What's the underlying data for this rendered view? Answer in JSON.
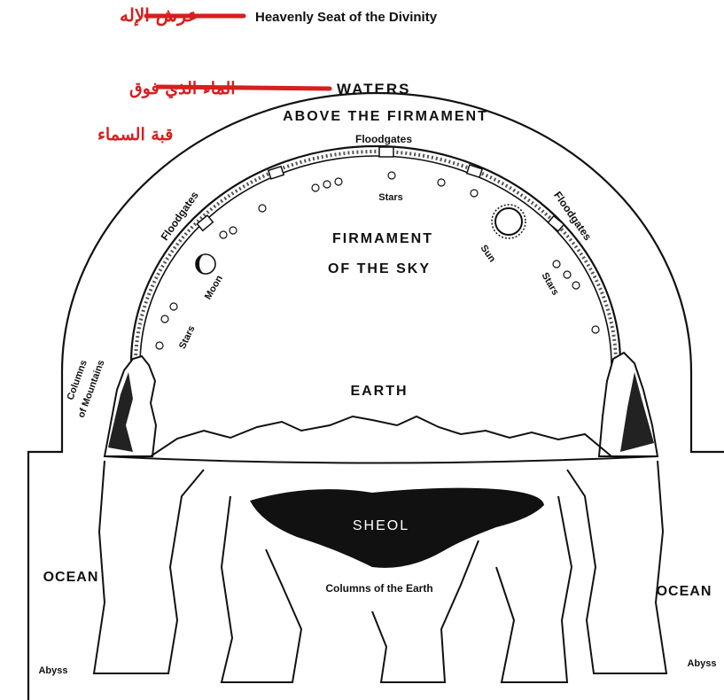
{
  "annotations": {
    "throne_ar": "عرش الإله",
    "throne_en": "Heavenly Seat of the Divinity",
    "waters_ar_line1": "الماء الذي فوق",
    "waters_ar_line2": "قبة السماء",
    "waters_en": "WATERS",
    "above_firmament": "ABOVE THE FIRMAMENT",
    "accent_color": "#d81e1e"
  },
  "diagram": {
    "floodgates_top": "Floodgates",
    "floodgates_left": "Floodgates",
    "floodgates_right": "Floodgates",
    "stars_top": "Stars",
    "stars_left": "Stars",
    "stars_right": "Stars",
    "moon": "Moon",
    "sun": "Sun",
    "firmament_line1": "FIRMAMENT",
    "firmament_line2": "OF THE SKY",
    "earth": "EARTH",
    "columns_mountains_line1": "Columns",
    "columns_mountains_line2": "of Mountains",
    "sheol": "SHEOL",
    "columns_earth": "Columns of the Earth",
    "ocean_left": "OCEAN",
    "ocean_right": "OCEAN",
    "abyss_left": "Abyss",
    "abyss_right": "Abyss"
  }
}
